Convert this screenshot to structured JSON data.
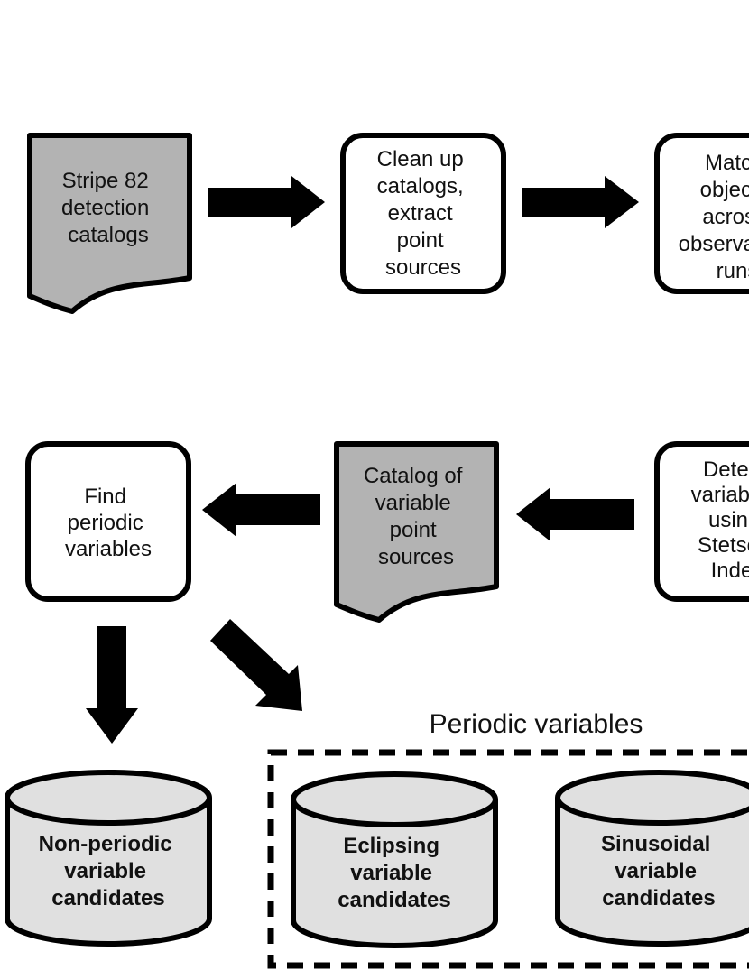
{
  "colors": {
    "doc_fill": "#b3b3b3",
    "process_fill": "#ffffff",
    "database_fill": "#e0e0e0",
    "stroke": "#000000",
    "arrow": "#000000"
  },
  "nodes": {
    "stripe82": [
      "Stripe 82",
      "detection",
      "catalogs"
    ],
    "cleanup": [
      "Clean up",
      "catalogs,",
      "extract",
      "point",
      "sources"
    ],
    "match": [
      "Match",
      "objects",
      "across",
      "observation",
      "runs"
    ],
    "detect": [
      "Detect",
      "variables",
      "using",
      "Stetson",
      "Index"
    ],
    "catalog_variable": [
      "Catalog of",
      "variable",
      "point",
      "sources"
    ],
    "find_periodic": [
      "Find",
      "periodic",
      "variables"
    ],
    "nonperiodic": [
      "Non-periodic",
      "variable",
      "candidates"
    ],
    "eclipsing": [
      "Eclipsing",
      "variable",
      "candidates"
    ],
    "sinusoidal": [
      "Sinusoidal",
      "variable",
      "candidates"
    ]
  },
  "group": {
    "title": "Periodic variables"
  }
}
